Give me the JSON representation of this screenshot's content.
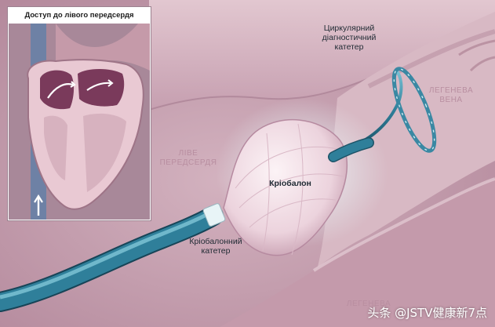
{
  "inset": {
    "title": "Доступ до лівого передсердя"
  },
  "labels": {
    "left_atrium": "ЛІВЕ\nПЕРЕДСЕРДЯ",
    "pulmonary_vein": "ЛЕГЕНЕВА\nВЕНА",
    "pulmonary_vein_bottom": "ЛЕГЕНЕВА",
    "cryoballoon": "Кріобалон",
    "cryoballoon_catheter": "Кріобалонний\nкатетер",
    "circular_catheter": "Циркулярний\nдіагностичний\nкатетер"
  },
  "watermark": "头条 @JSTV健康新7点",
  "colors": {
    "atrium_wall": "#c9a6b4",
    "vein_lumen": "#d7b7c2",
    "balloon": "#f4e3ea",
    "catheter": "#2f7f9a",
    "label_pale": "#b88ea0"
  }
}
